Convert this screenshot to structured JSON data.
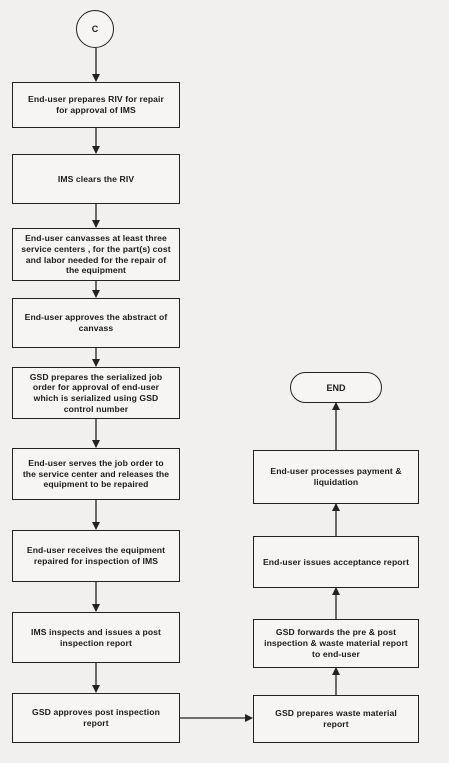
{
  "connector": {
    "label": "C"
  },
  "terminal": {
    "label": "END"
  },
  "left_steps": [
    {
      "id": "s1",
      "text": "End-user prepares RIV for repair for approval of IMS"
    },
    {
      "id": "s2",
      "text": "IMS clears the RIV"
    },
    {
      "id": "s3",
      "text": "End-user canvasses at least three service centers , for the part(s) cost and labor needed for the repair of the equipment"
    },
    {
      "id": "s4",
      "text": "End-user approves the abstract of canvass"
    },
    {
      "id": "s5",
      "text": "GSD prepares the serialized job order for approval of end-user which is serialized using GSD control number"
    },
    {
      "id": "s6",
      "text": "End-user serves the job order to the service center and releases the equipment to be repaired"
    },
    {
      "id": "s7",
      "text": "End-user receives the equipment repaired for inspection of IMS"
    },
    {
      "id": "s8",
      "text": "IMS inspects and issues a post inspection report"
    },
    {
      "id": "s9",
      "text": "GSD approves post inspection report"
    }
  ],
  "right_steps": [
    {
      "id": "s10",
      "text": "GSD prepares waste material report"
    },
    {
      "id": "s11",
      "text": "GSD forwards the pre & post inspection & waste material report to end-user"
    },
    {
      "id": "s12",
      "text": "End-user issues acceptance report"
    },
    {
      "id": "s13",
      "text": "End-user processes payment & liquidation"
    }
  ],
  "colors": {
    "line": "#222222",
    "box_fill": "#f6f5f3",
    "paper": "#f1f0ee"
  }
}
